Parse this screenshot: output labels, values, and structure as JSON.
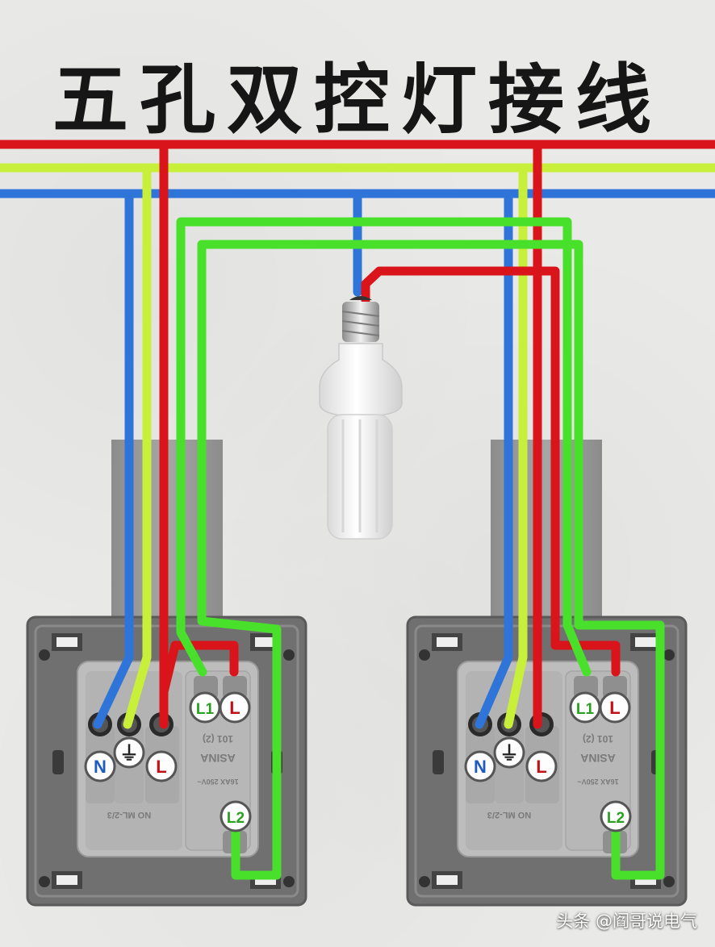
{
  "title": "五孔双控灯接线",
  "watermark": "头条 @阎哥说电气",
  "colors": {
    "live": "#d9141a",
    "earth": "#c8f03a",
    "neutral": "#2f74d8",
    "control": "#49e02b",
    "panel": "#6f6f6f",
    "module": "#b9b9b9"
  },
  "terminals": {
    "neutral": "N",
    "earth": "⏚",
    "live_socket": "L",
    "switch_common": "L",
    "switch_l1": "L1",
    "switch_l2": "L2"
  },
  "module_text": {
    "brand": "ASINA",
    "positions": "101 (2)",
    "rating": "16AX 250V~",
    "model": "NO ML-2/3"
  }
}
